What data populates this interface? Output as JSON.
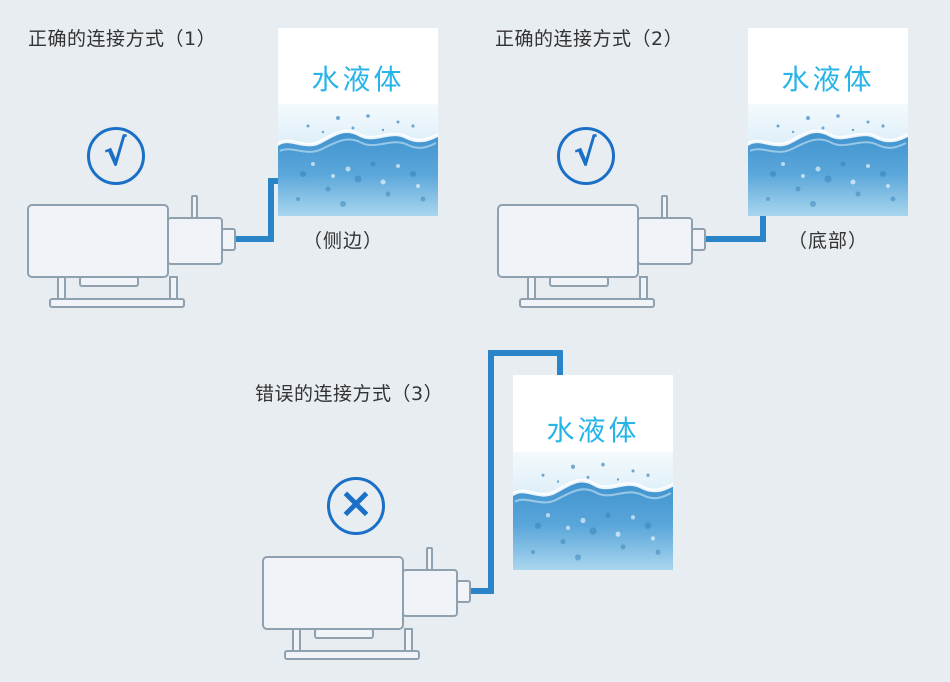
{
  "page": {
    "background": "#e8edf2",
    "description": "Pump to water tank connection instruction diagram"
  },
  "colors": {
    "mark_blue": "#1a6fc6",
    "tube_blue": "#2a85c8",
    "tank_label_cyan": "#27b4e8",
    "pump_outline_gray": "#8fa0ae",
    "text_dark": "#333333"
  },
  "diagrams": [
    {
      "title": "正确的连接方式（1）",
      "mark_glyph": "√",
      "mark_meaning": "correct",
      "tank_label": "水液体",
      "connection_label": "（侧边）"
    },
    {
      "title": "正确的连接方式（2）",
      "mark_glyph": "√",
      "mark_meaning": "correct",
      "tank_label": "水液体",
      "connection_label": "（底部）"
    },
    {
      "title": "错误的连接方式（3）",
      "mark_glyph": "×",
      "mark_meaning": "wrong",
      "tank_label": "水液体",
      "connection_label": ""
    }
  ]
}
